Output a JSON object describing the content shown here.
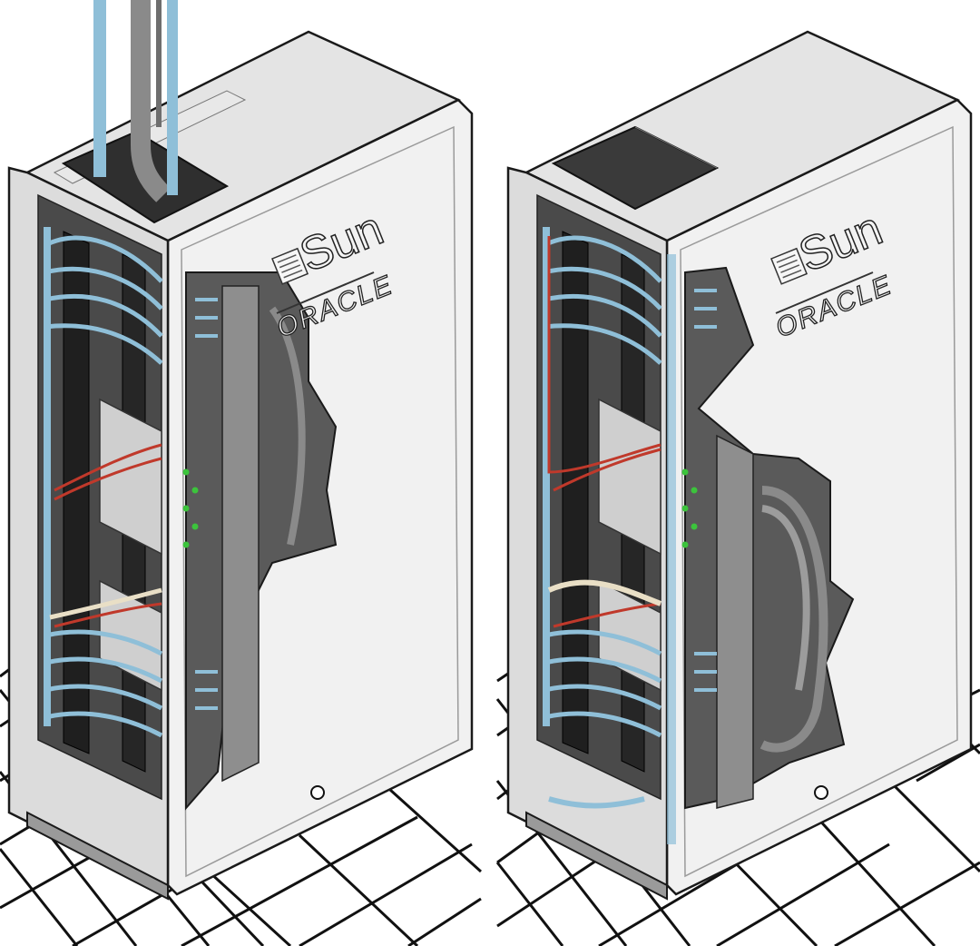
{
  "figure": {
    "racks": [
      {
        "id": "rack-left",
        "overhead_cables": true,
        "logo": {
          "brand_top": "Sun",
          "brand_bottom": "ORACLE"
        }
      },
      {
        "id": "rack-right",
        "overhead_cables": false,
        "logo": {
          "brand_top": "Sun",
          "brand_bottom": "ORACLE"
        }
      }
    ],
    "colors": {
      "rack_panel": "#f1f1f1",
      "rack_shade": "#d6d6d6",
      "rack_dark": "#3a3a3a",
      "cable_blue": "#8fbfd8",
      "cable_red": "#c0392b",
      "cable_gray": "#8a8a8a",
      "cable_cream": "#e9dfc6",
      "led_green": "#3cc43c",
      "outline": "#1a1a1a"
    }
  }
}
